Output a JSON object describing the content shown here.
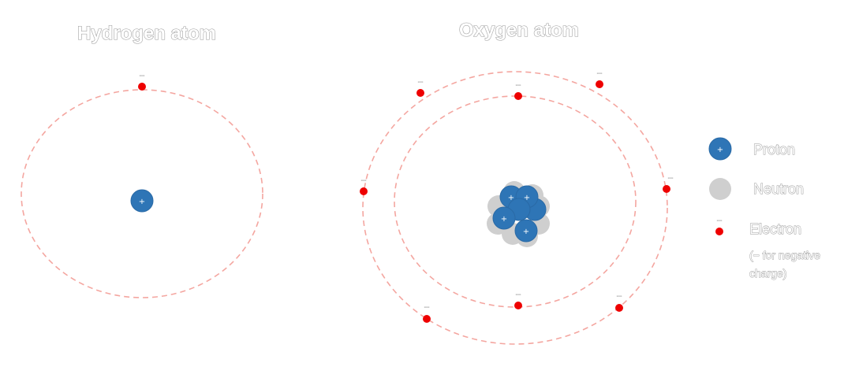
{
  "hydrogen": {
    "title": "Hydrogen atom",
    "proton_sign": "+",
    "electron_sign": "−"
  },
  "oxygen": {
    "title": "Oxygen atom",
    "proton_sign": "+",
    "electron_sign": "−"
  },
  "legend": {
    "proton_label": "Proton",
    "proton_sign": "+",
    "neutron_label": "Neutron",
    "electron_label": "Electron",
    "electron_sign": "−",
    "electron_note_line1": "(− for negative",
    "electron_note_line2": "charge)"
  },
  "colors": {
    "proton": "#2e75b6",
    "neutron": "#cfcfcf",
    "electron": "#ee0000",
    "orbit": "#f4a6a0"
  }
}
